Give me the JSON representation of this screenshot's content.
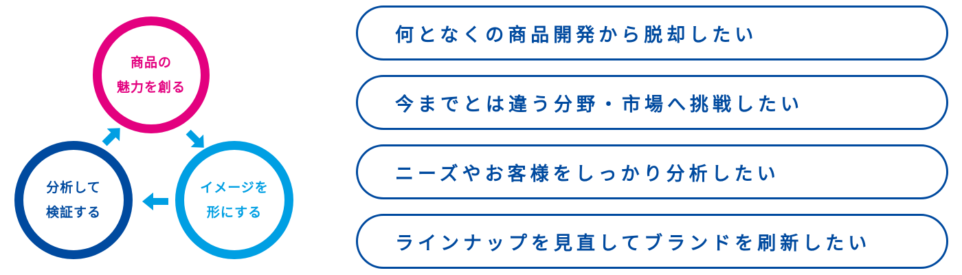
{
  "cycle": {
    "top": {
      "line1": "商品の",
      "line2": "魅力を創る",
      "color": "#e3007f"
    },
    "right": {
      "line1": "イメージを",
      "line2": "形にする",
      "color": "#009fe3"
    },
    "left": {
      "line1": "分析して",
      "line2": "検証する",
      "color": "#004a9f"
    },
    "arrow_color": "#009fe3"
  },
  "goals": [
    "何となくの商品開発から脱却したい",
    "今までとは違う分野・市場へ挑戦したい",
    "ニーズやお客様をしっかり分析したい",
    "ラインナップを見直してブランドを刷新したい"
  ]
}
